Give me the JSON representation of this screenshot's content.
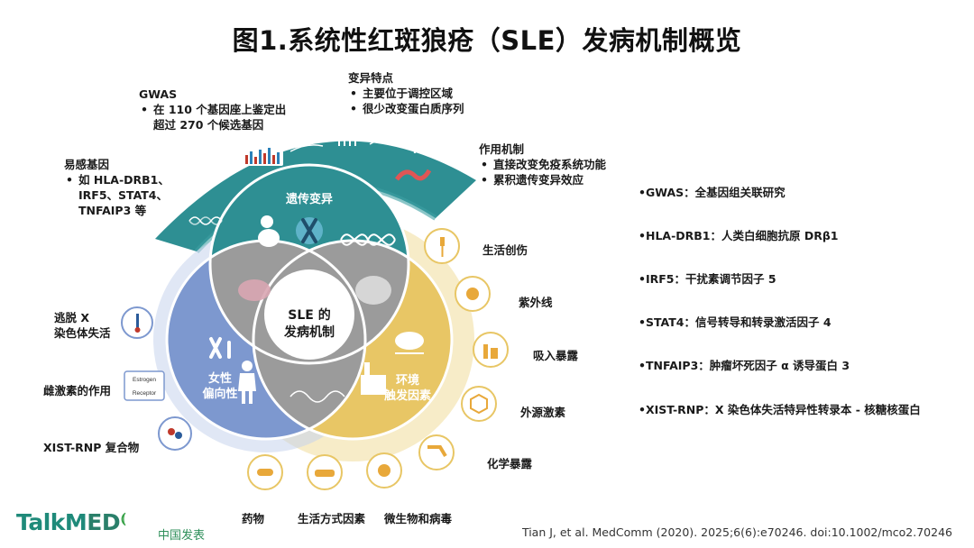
{
  "title": "图1.系统性红斑狼疮（SLE）发病机制概览",
  "center": {
    "line1": "SLE 的",
    "line2": "发病机制"
  },
  "circles": {
    "genetic": {
      "label": "遗传变异",
      "color": "#2e8f93"
    },
    "female": {
      "line1": "女性",
      "line2": "偏向性",
      "color": "#7d98cf"
    },
    "environment": {
      "line1": "环境",
      "line2": "触发因素",
      "color": "#e8c665"
    }
  },
  "arc_items": {
    "susceptibility": {
      "heading": "易感基因",
      "bullet_lines": [
        "如 HLA-DRB1、",
        "IRF5、STAT4、",
        "TNFAIP3 等"
      ]
    },
    "gwas": {
      "heading": "GWAS",
      "line1": "在 110 个基因座上鉴定出",
      "line2": "超过 270 个候选基因"
    },
    "variant": {
      "heading": "变异特点",
      "bullets": [
        "主要位于调控区域",
        "很少改变蛋白质序列"
      ]
    },
    "mechanism": {
      "heading": "作用机制",
      "bullets": [
        "直接改变免疫系统功能",
        "累积遗传变异效应"
      ]
    }
  },
  "female_items": [
    "逃脱 X",
    "染色体失活",
    "雌激素的作用",
    "XIST-RNP 复合物"
  ],
  "estrogen_card": {
    "top": "Estrogen",
    "bottom": "Receptor"
  },
  "environment_items": [
    "生活创伤",
    "紫外线",
    "吸入暴露",
    "外源激素",
    "化学暴露",
    "药物",
    "生活方式因素",
    "微生物和病毒"
  ],
  "abbreviations": [
    "•GWAS：全基因组关联研究",
    "•HLA-DRB1：人类白细胞抗原 DRβ1",
    "•IRF5：干扰素调节因子 5",
    "•STAT4：信号转导和转录激活因子 4",
    "•TNFAIP3：肿瘤坏死因子 α 诱导蛋白 3",
    "•XIST-RNP：X 染色体失活特异性转录本 - 核糖核蛋白"
  ],
  "branding": {
    "logo_main": "TalkM",
    "logo_end": "ED",
    "publish": "中国发表"
  },
  "citation": "Tian J, et al. MedComm (2020). 2025;6(6):e70246. doi:10.1002/mco2.70246",
  "icons": [
    "dna-icon",
    "bar-graph-icon",
    "sequencing-icon",
    "antibody-icon",
    "tissue-icon",
    "baby-icon",
    "chromosome-icon",
    "dna-helix-icon",
    "chromosome-pair-icon",
    "female-icon",
    "iv-drip-icon",
    "sun-icon",
    "factory-icon",
    "molecule-icon",
    "pipe-icon",
    "pill-icon",
    "car-icon",
    "virus-icon",
    "nebula-icon",
    "cloud-wind-icon",
    "wave-icon",
    "cell-icon"
  ]
}
